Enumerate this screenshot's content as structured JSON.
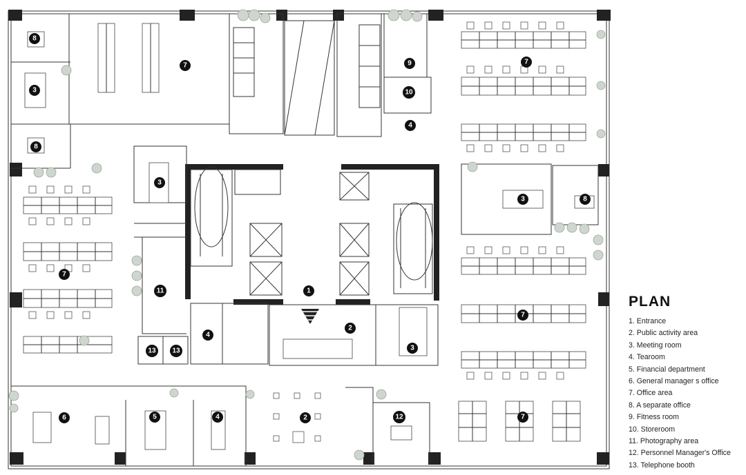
{
  "legend": {
    "title": "PLAN",
    "items": [
      "1. Entrance",
      "2. Public activity area",
      "3. Meeting room",
      "4. Tearoom",
      "5. Financial department",
      "6. General manager s office",
      "7. Office area",
      "8. A separate office",
      "9. Fitness room",
      "10. Storeroom",
      "11. Photography area",
      "12. Personnel Manager's Office",
      "13. Telephone booth"
    ]
  },
  "markers": [
    "1",
    "2",
    "2",
    "3",
    "3",
    "3",
    "3",
    "4",
    "4",
    "4",
    "5",
    "6",
    "7",
    "7",
    "7",
    "7",
    "7",
    "8",
    "8",
    "8",
    "9",
    "10",
    "11",
    "12",
    "13",
    "13"
  ]
}
